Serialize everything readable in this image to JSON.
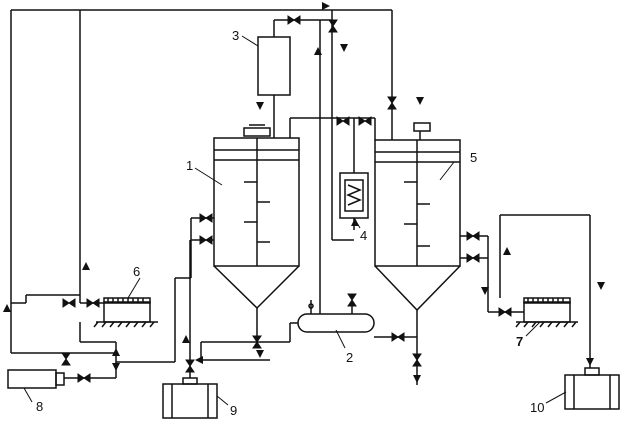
{
  "labels": {
    "reactor_1": "1",
    "tank_2": "2",
    "tank_3": "3",
    "heat_exchanger_4": "4",
    "reactor_5": "5",
    "pump_6": "6",
    "pump_7": "7",
    "compressor_8": "8",
    "tank_9": "9",
    "tank_10": "10"
  },
  "colors": {
    "line": "#111111",
    "background": "#ffffff"
  }
}
